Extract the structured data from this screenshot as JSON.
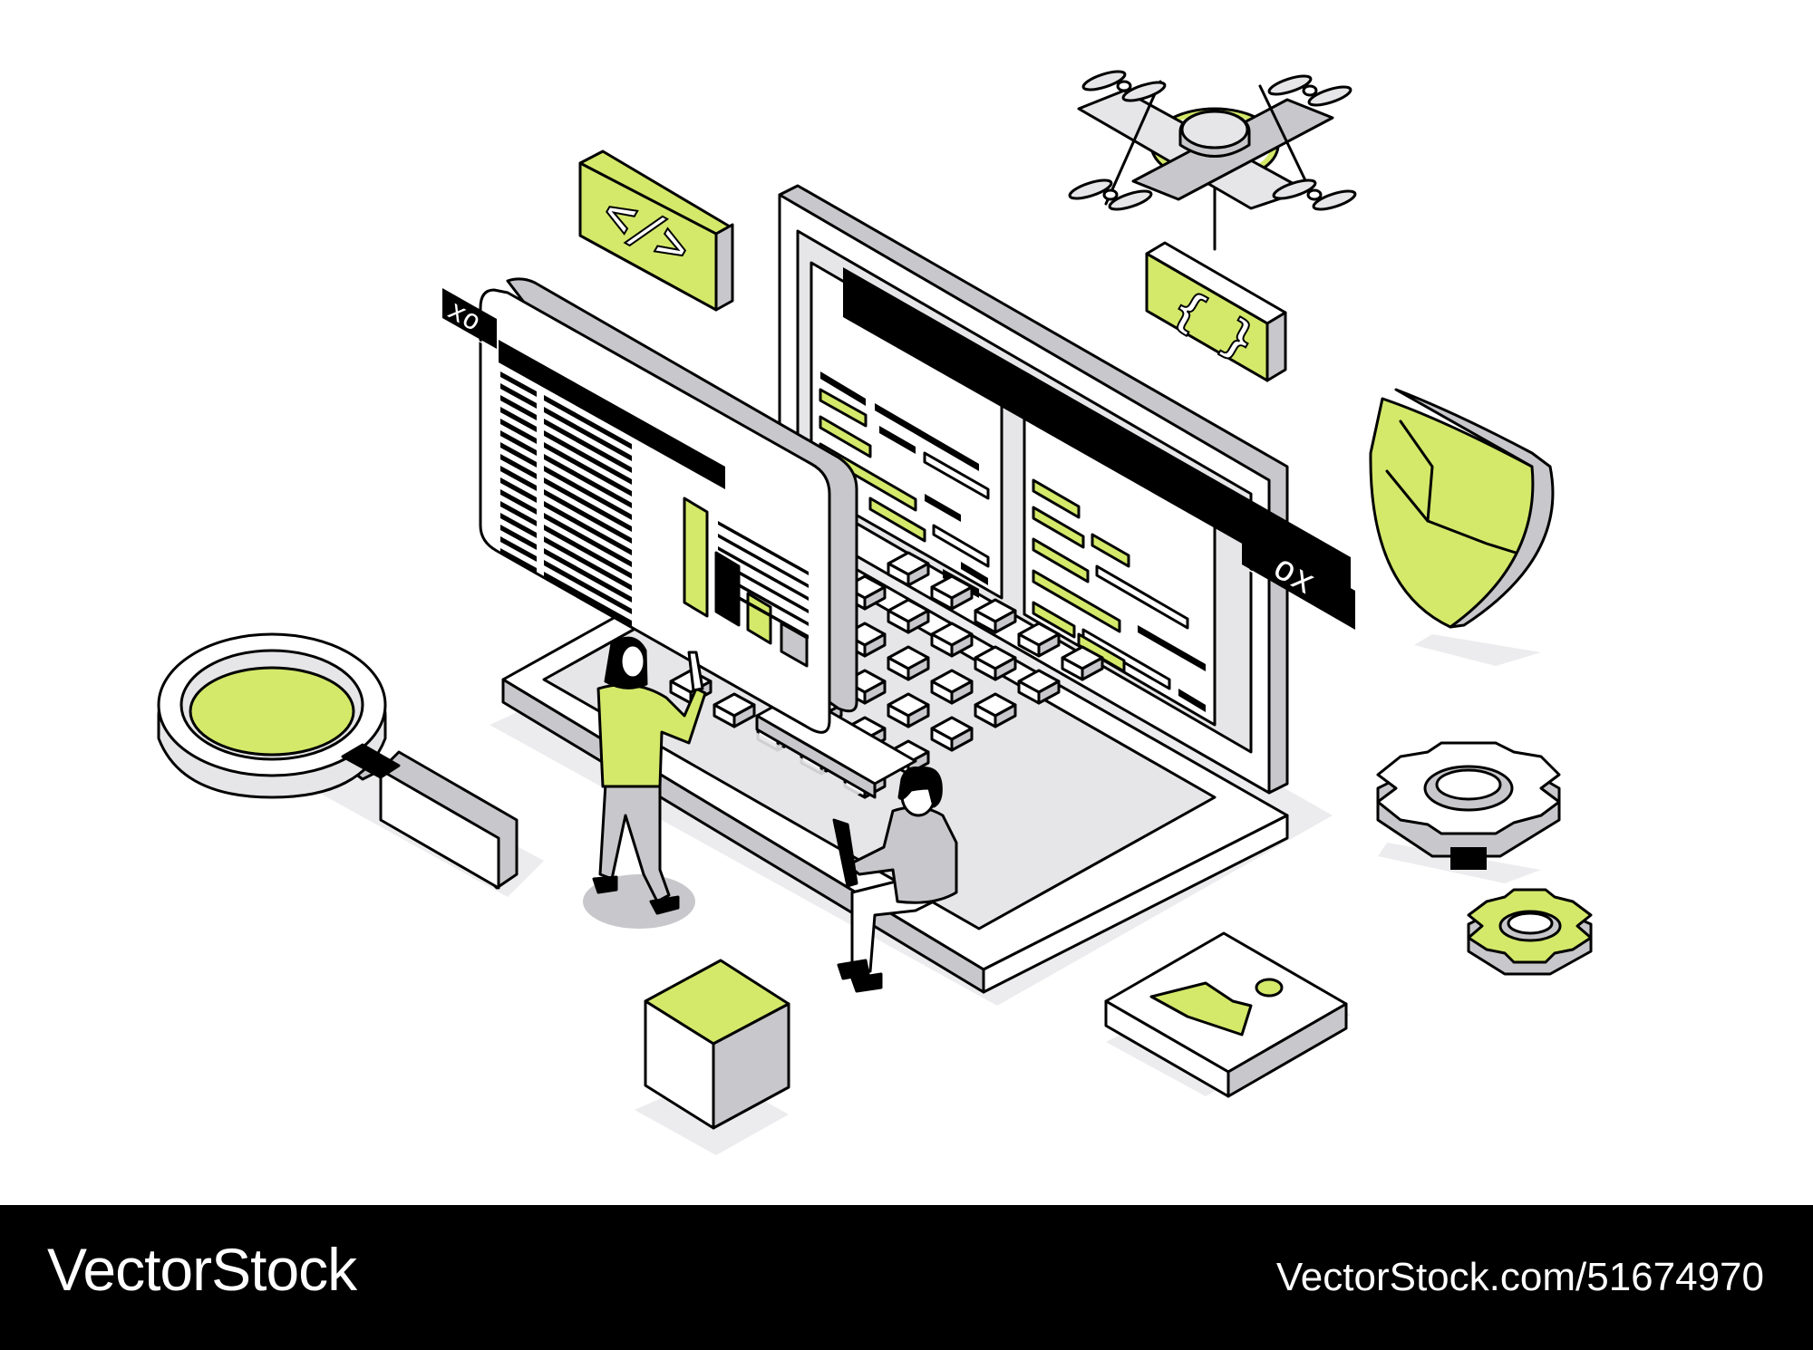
{
  "illustration": {
    "panel_window_controls": "xo_",
    "screen_window_controls": "_ox",
    "code_tag_icon": "code-brackets-icon",
    "curly_braces_icon": "curly-braces-icon",
    "code_tag_label": "</>",
    "curly_braces_label": "{ }",
    "colors": {
      "accent": "#d4e96a",
      "outline": "#000000",
      "gray": "#c8c8cc",
      "light_gray": "#e6e6e8",
      "shadow": "#ececee"
    }
  },
  "footer": {
    "brand": "VectorStock",
    "image_id": "VectorStock.com/51674970"
  }
}
